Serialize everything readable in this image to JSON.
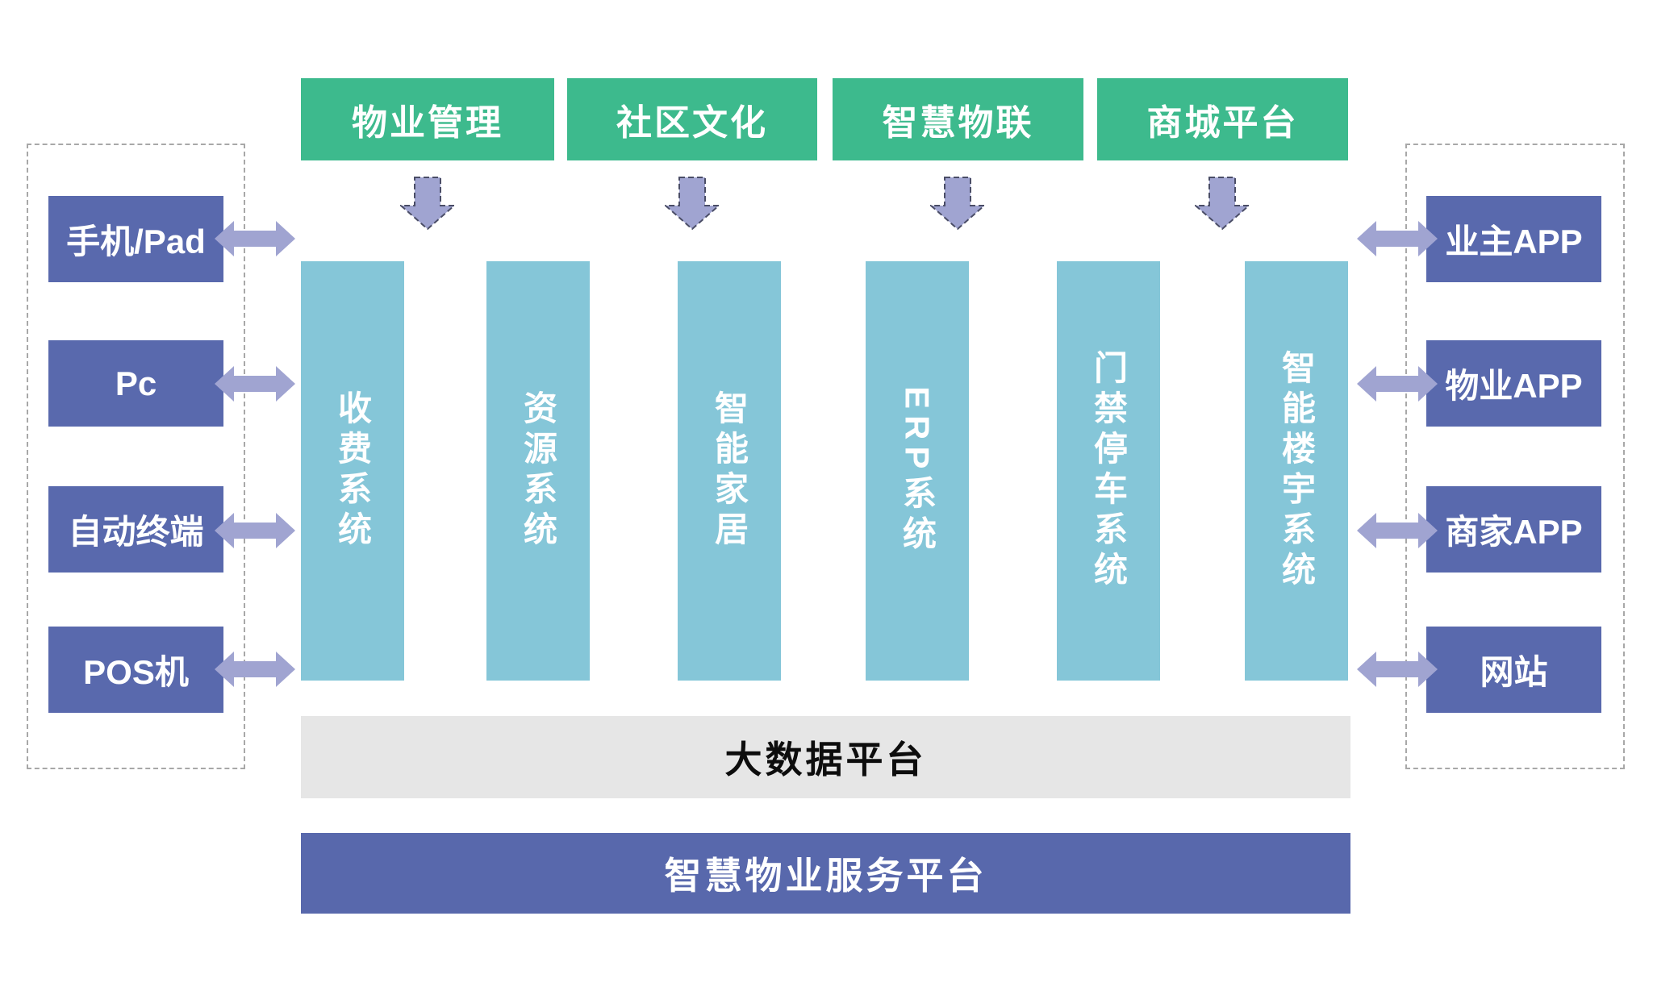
{
  "top_modules": [
    "物业管理",
    "社区文化",
    "智慧物联",
    "商城平台"
  ],
  "systems": [
    "收费系统",
    "资源系统",
    "智能家居",
    "ERP系统",
    "门禁停车系统",
    "智能楼宇系统"
  ],
  "left_devices": [
    "手机/Pad",
    "Pc",
    "自动终端",
    "POS机"
  ],
  "right_clients": [
    "业主APP",
    "物业APP",
    "商家APP",
    "网站"
  ],
  "bars": {
    "big_data": "大数据平台",
    "platform": "智慧物业服务平台"
  },
  "icons": {
    "down_arrow": "down-arrow",
    "double_arrow": "left-right-double-arrow"
  },
  "colors": {
    "module_green": "#3dba8d",
    "box_purple": "#5969ad",
    "column_teal": "#85c6d8",
    "arrow_lilac": "#a0a4d1",
    "big_data_gray": "#e6e6e6",
    "platform_purple": "#5868ac",
    "dashed_border_gray": "#a8a8a8"
  }
}
